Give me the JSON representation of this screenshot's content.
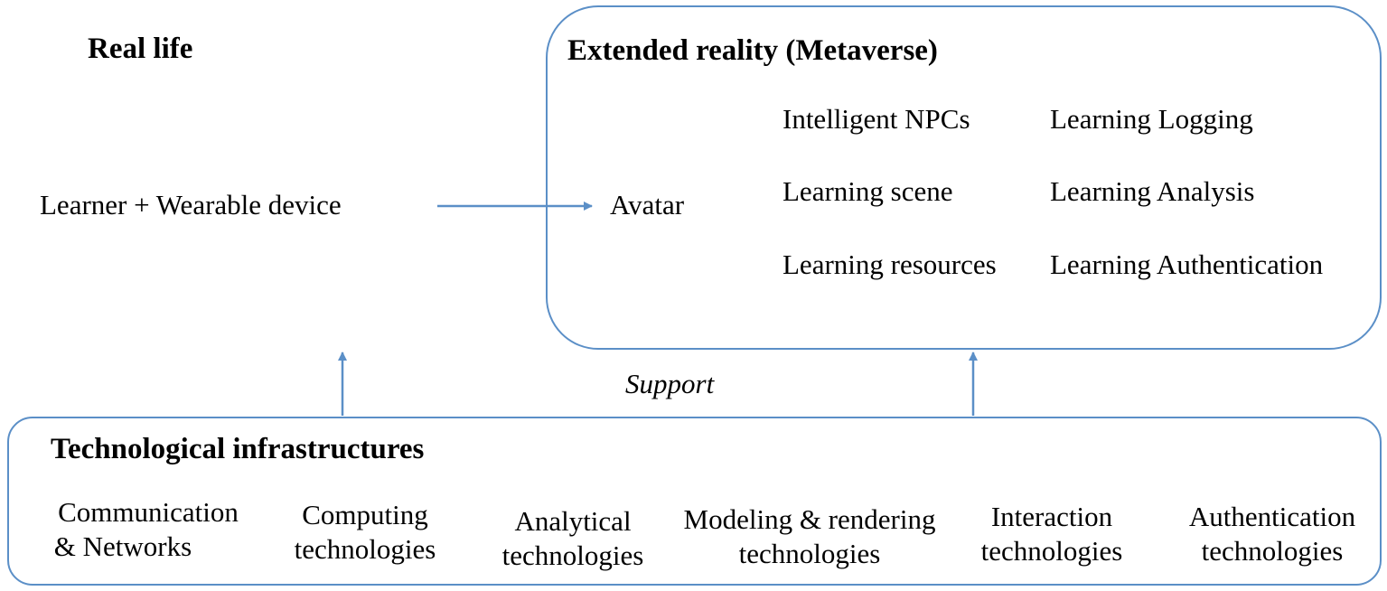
{
  "real_life": {
    "title": "Real life",
    "learner_label": "Learner + Wearable device"
  },
  "metaverse": {
    "title": "Extended reality (Metaverse)",
    "avatar_label": "Avatar",
    "items_left": [
      "Intelligent NPCs",
      "Learning scene",
      "Learning resources"
    ],
    "items_right": [
      "Learning Logging",
      "Learning Analysis",
      "Learning Authentication"
    ]
  },
  "support_label": "Support",
  "infrastructure": {
    "title": "Technological infrastructures",
    "technologies": [
      {
        "line1": "Communication",
        "line2": "& Networks"
      },
      {
        "line1": "Computing",
        "line2": "technologies"
      },
      {
        "line1": "Analytical",
        "line2": "technologies"
      },
      {
        "line1": "Modeling & rendering",
        "line2": "technologies"
      },
      {
        "line1": "Interaction",
        "line2": "technologies"
      },
      {
        "line1": "Authentication",
        "line2": "technologies"
      }
    ]
  },
  "colors": {
    "box_border": "#5b8fc7",
    "arrow": "#5b8fc7",
    "text": "#000000"
  }
}
